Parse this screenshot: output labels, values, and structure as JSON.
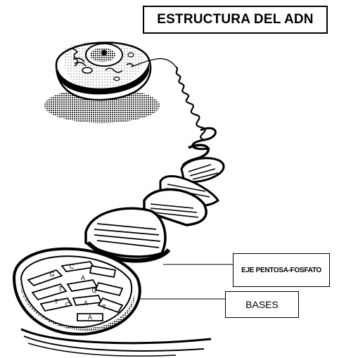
{
  "title": "ESTRUCTURA DEL ADN",
  "labels": {
    "backbone": "EJE PENTOSA-FOSFATO",
    "bases": "BASES"
  },
  "base_letters": [
    "G",
    "C",
    "A",
    "T",
    "G",
    "T",
    "A",
    "C",
    "T",
    "A"
  ],
  "colors": {
    "ink": "#000000",
    "paper": "#ffffff"
  }
}
